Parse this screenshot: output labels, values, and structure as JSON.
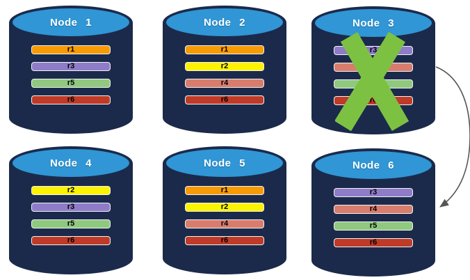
{
  "diagram": {
    "description": "Six database nodes with replicas; Node 3 failed and its replicas move to Node 6",
    "colors": {
      "cylinder_body": "#1B2A4B",
      "cylinder_top": "#3096D5",
      "title_text": "#FFFFFF",
      "replica_text": "#000000",
      "failure_x": "#7DC142",
      "arrow": "#555555"
    },
    "failure_mark": {
      "node": "Node 3",
      "symbol": "X"
    },
    "arrow": {
      "from": "Node 3",
      "to": "Node 6"
    },
    "nodes": [
      {
        "title": "Node 1",
        "replicas": [
          {
            "label": "r1",
            "color": "#F79B04"
          },
          {
            "label": "r3",
            "color": "#8E7CC8"
          },
          {
            "label": "r5",
            "color": "#8FC87E"
          },
          {
            "label": "r6",
            "color": "#BF3B28"
          }
        ]
      },
      {
        "title": "Node 2",
        "replicas": [
          {
            "label": "r1",
            "color": "#F79B04"
          },
          {
            "label": "r2",
            "color": "#FCF300"
          },
          {
            "label": "r4",
            "color": "#D87D6E"
          },
          {
            "label": "r6",
            "color": "#BF3B28"
          }
        ]
      },
      {
        "title": "Node 3",
        "replicas": [
          {
            "label": "r3",
            "color": "#8E7CC8"
          },
          {
            "label": "r4",
            "color": "#D87D6E"
          },
          {
            "label": "r5",
            "color": "#8FC87E"
          },
          {
            "label": "r6",
            "color": "#BF3B28"
          }
        ]
      },
      {
        "title": "Node 4",
        "replicas": [
          {
            "label": "r2",
            "color": "#FCF300"
          },
          {
            "label": "r3",
            "color": "#8E7CC8"
          },
          {
            "label": "r5",
            "color": "#8FC87E"
          },
          {
            "label": "r6",
            "color": "#BF3B28"
          }
        ]
      },
      {
        "title": "Node 5",
        "replicas": [
          {
            "label": "r1",
            "color": "#F79B04"
          },
          {
            "label": "r2",
            "color": "#FCF300"
          },
          {
            "label": "r4",
            "color": "#D87D6E"
          },
          {
            "label": "r6",
            "color": "#BF3B28"
          }
        ]
      },
      {
        "title": "Node 6",
        "replicas": [
          {
            "label": "r3",
            "color": "#8E7CC8"
          },
          {
            "label": "r4",
            "color": "#D87D6E"
          },
          {
            "label": "r5",
            "color": "#8FC87E"
          },
          {
            "label": "r6",
            "color": "#BF3B28"
          }
        ]
      }
    ]
  }
}
